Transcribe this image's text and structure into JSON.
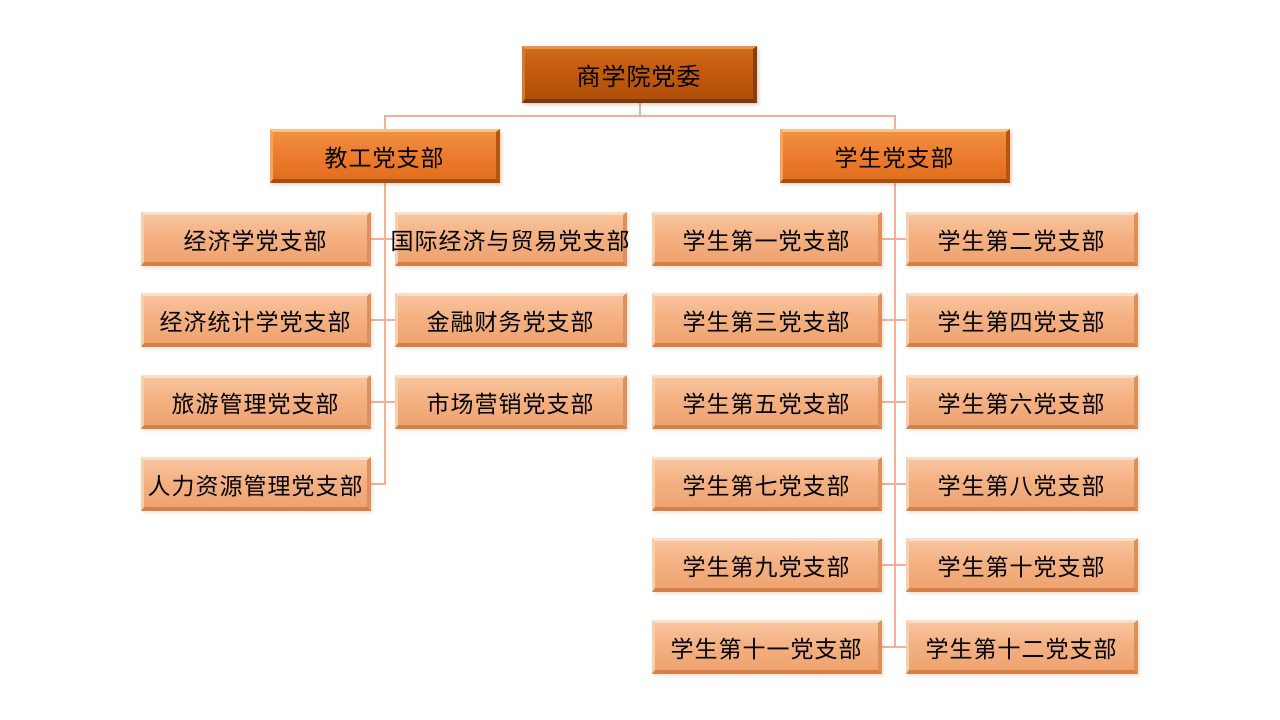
{
  "org_chart": {
    "type": "org-chart",
    "root": {
      "label": "商学院党委"
    },
    "faculty": {
      "label": "教工党支部",
      "left_column": [
        "经济学党支部",
        "经济统计学党支部",
        "旅游管理党支部",
        "人力资源管理党支部"
      ],
      "right_column": [
        "国际经济与贸易党支部",
        "金融财务党支部",
        "市场营销党支部"
      ]
    },
    "student": {
      "label": "学生党支部",
      "left_column": [
        "学生第一党支部",
        "学生第三党支部",
        "学生第五党支部",
        "学生第七党支部",
        "学生第九党支部",
        "学生第十一党支部"
      ],
      "right_column": [
        "学生第二党支部",
        "学生第四党支部",
        "学生第六党支部",
        "学生第八党支部",
        "学生第十党支部",
        "学生第十二党支部"
      ]
    },
    "colors": {
      "root_fill": "#c35a0f",
      "branch_fill": "#ed7d31",
      "leaf_fill": "#f4b183",
      "connector": "#f4b096",
      "text": "#000000",
      "background": "#ffffff"
    }
  }
}
